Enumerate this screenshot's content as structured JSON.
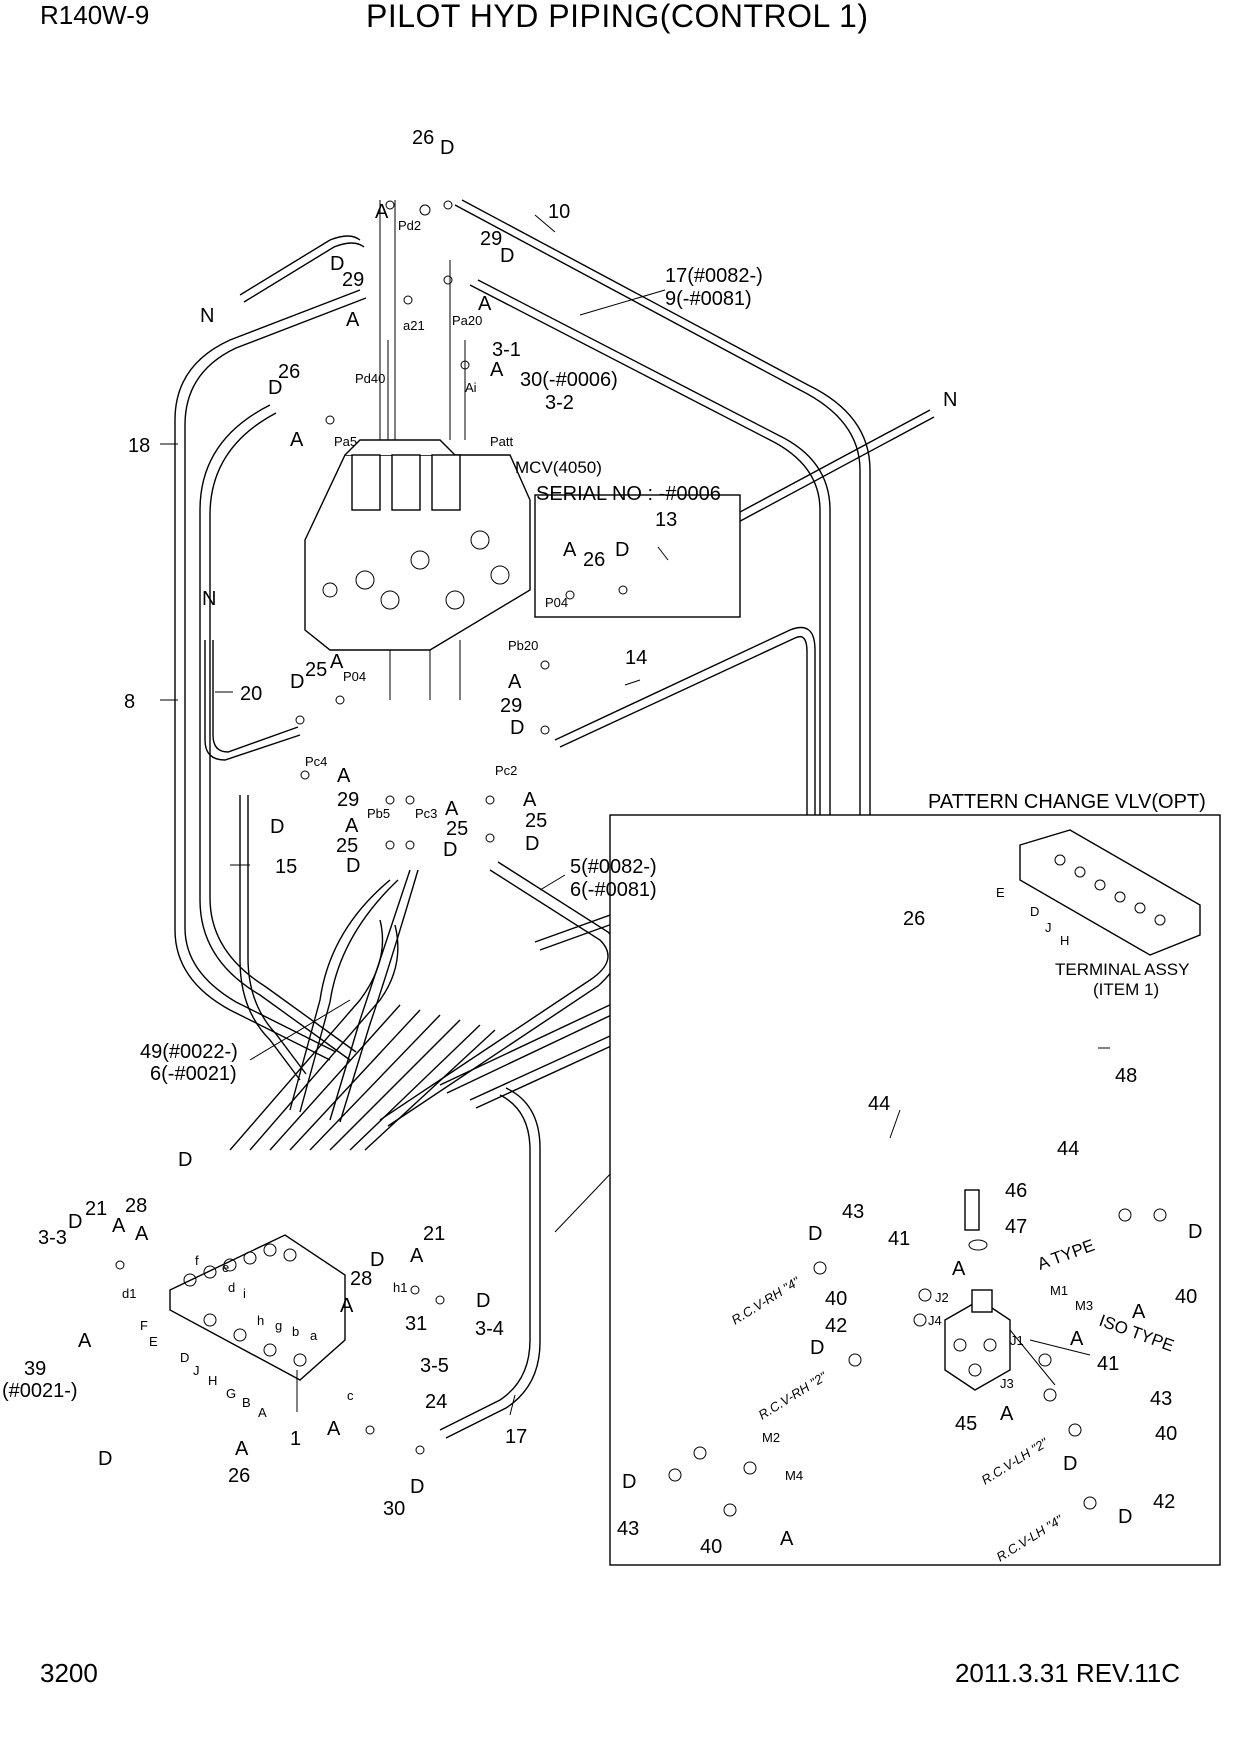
{
  "header": {
    "model": "R140W-9",
    "title": "PILOT HYD PIPING(CONTROL 1)",
    "page_number": "3200",
    "revision": "2011.3.31 REV.11C"
  },
  "notes": {
    "mcv": "MCV(4050)",
    "serial": "SERIAL NO : -#0006",
    "pattern_change": "PATTERN CHANGE VLV(OPT)",
    "terminal_1": "TERMINAL ASSY",
    "terminal_2": "(ITEM 1)",
    "a_type": "A TYPE",
    "iso_type": "ISO TYPE"
  },
  "callouts": {
    "n26_top": "26",
    "d_top": "D",
    "a_pd2": "A",
    "pd2": "Pd2",
    "n10": "10",
    "d_29l": "D",
    "n29_l": "29",
    "n29_r": "29",
    "d_29r": "D",
    "a_29r": "A",
    "n17_9a": "17(#0082-)",
    "n17_9b": "9(-#0081)",
    "n_top": "N",
    "a_a21": "A",
    "a21": "a21",
    "pa20": "Pa20",
    "n3_1": "3-1",
    "a_ai": "A",
    "ai": "Ai",
    "n30a": "30(-#0006)",
    "n3_2": "3-2",
    "n_right": "N",
    "pd40": "Pd40",
    "n26_pa5": "26",
    "d_pa5": "D",
    "a_pa5": "A",
    "pa5": "Pa5",
    "patt": "Patt",
    "n18": "18",
    "a_ser": "A",
    "n26_ser": "26",
    "d_ser": "D",
    "n13": "13",
    "p04_ser": "P04",
    "n_left": "N",
    "n20": "20",
    "n8": "8",
    "d_25": "D",
    "n25_top": "25",
    "a_25": "A",
    "p04": "P04",
    "pb20": "Pb20",
    "a_pb20": "A",
    "n14": "14",
    "n29_pb": "29",
    "d_pb": "D",
    "pc4": "Pc4",
    "a_pc4": "A",
    "n29_pc4": "29",
    "d_pc4": "D",
    "pb5": "Pb5",
    "pc3": "Pc3",
    "a_pc3": "A",
    "a_pb5": "A",
    "n25_pb5": "25",
    "n25_pc3": "25",
    "d_pb5": "D",
    "d_pc3": "D",
    "pc2": "Pc2",
    "a_pc2": "A",
    "n25_pc2": "25",
    "d_pc2": "D",
    "n5a": "5(#0082-)",
    "n6a": "6(-#0081)",
    "n15": "15",
    "n49a": "49(#0022-)",
    "n49b": "6(-#0021)",
    "d_left": "D",
    "n28_l": "28",
    "a_28": "A",
    "d_28r": "D",
    "n28_r": "28",
    "a_28r": "A",
    "n3_3": "3-3",
    "d_21": "D",
    "n21_l": "21",
    "a_21": "A",
    "d1": "d1",
    "n21_r": "21",
    "a_h1": "A",
    "h1": "h1",
    "d_h1": "D",
    "n3_4": "3-4",
    "n31": "31",
    "n3_5": "3-5",
    "n24": "24",
    "a_24": "A",
    "n17": "17",
    "d_30": "D",
    "n30": "30",
    "n1": "1",
    "a_39": "A",
    "n39a": "39",
    "n39b": "(#0021-)",
    "d_39": "D",
    "a_39b": "A",
    "n26_bl": "26",
    "p_f": "f",
    "p_e": "e",
    "p_d": "d",
    "p_i": "i",
    "p_h": "h",
    "p_g": "g",
    "p_b": "b",
    "p_a": "a",
    "p_c": "c",
    "p_F": "F",
    "p_E": "E",
    "p_D": "D",
    "p_J": "J",
    "p_H": "H",
    "p_G": "G",
    "p_B": "B",
    "p_A": "A",
    "n26_pc": "26",
    "pc_e": "E",
    "pc_d": "D",
    "pc_j": "J",
    "pc_h": "H",
    "n44_top": "44",
    "n48": "48",
    "n44_r": "44",
    "d_40r": "D",
    "n46": "46",
    "n47": "47",
    "n43_top": "43",
    "d_43": "D",
    "n41_top": "41",
    "a_41": "A",
    "j2": "J2",
    "j4": "J4",
    "n40_m": "40",
    "n42_m": "42",
    "d_42": "D",
    "m1": "M1",
    "m3": "M3",
    "a_m1": "A",
    "n40_r": "40",
    "j1": "J1",
    "a_j1": "A",
    "n41_r": "41",
    "j3": "J3",
    "n43_r": "43",
    "n45": "45",
    "a_45": "A",
    "n40_r2": "40",
    "d_lh2": "D",
    "n42_r": "42",
    "d_lh4": "D",
    "m2": "M2",
    "m4": "M4",
    "d_bot": "D",
    "n43_bot": "43",
    "n40_bot": "40",
    "a_bot": "A",
    "rcv_rh4": "R.C.V-RH \"4\"",
    "rcv_rh2": "R.C.V-RH \"2\"",
    "rcv_lh2": "R.C.V-LH \"2\"",
    "rcv_lh4": "R.C.V-LH \"4\""
  }
}
